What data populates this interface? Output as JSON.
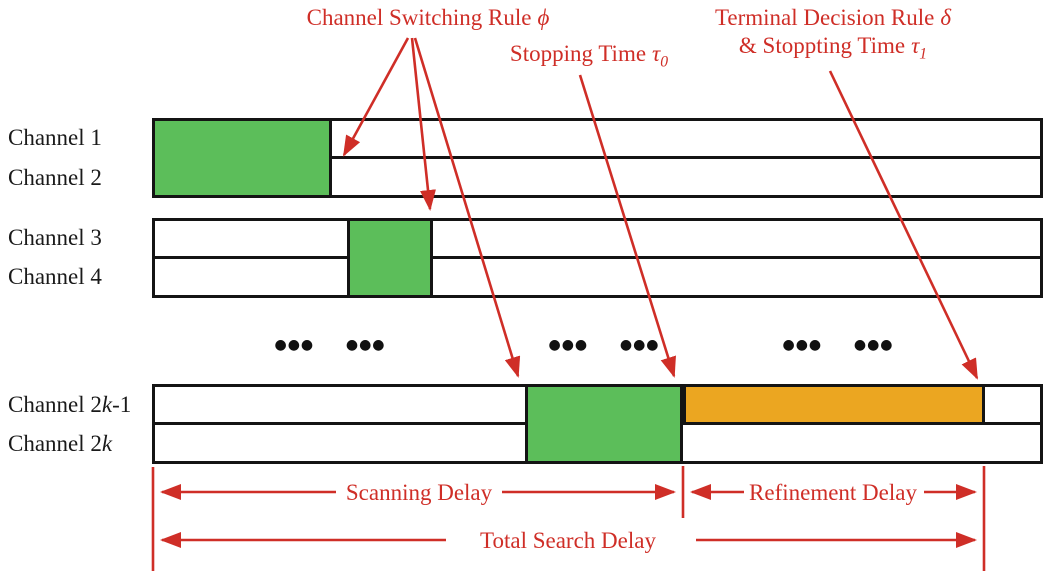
{
  "figure": {
    "description": "Channel scanning timeline diagram"
  },
  "colors": {
    "scan_green": "#5cbe5a",
    "refine_orange": "#eba621",
    "annotation_red": "#cf2e27",
    "line_black": "#141414"
  },
  "channels": {
    "ch1": "Channel 1",
    "ch2": "Channel 2",
    "ch3": "Channel 3",
    "ch4": "Channel 4",
    "ch2k1_prefix": "Channel 2",
    "ch2k1_italic": "k",
    "ch2k1_suffix": "-1",
    "ch2k_prefix": "Channel 2",
    "ch2k_italic": "k"
  },
  "annotations": {
    "switching_text": "Channel Switching Rule",
    "switching_symbol": "ϕ",
    "stopping_text": "Stopping Time",
    "stopping_symbol": "τ",
    "stopping_sub": "0",
    "terminal_line1_text": "Terminal Decision Rule",
    "terminal_line1_symbol": "δ",
    "terminal_line2_text": "& Stoppting Time",
    "terminal_line2_symbol": "τ",
    "terminal_line2_sub": "1"
  },
  "delays": {
    "scanning": "Scanning Delay",
    "refinement": "Refinement Delay",
    "total": "Total Search Delay"
  },
  "dots": "●●●  ●●●"
}
